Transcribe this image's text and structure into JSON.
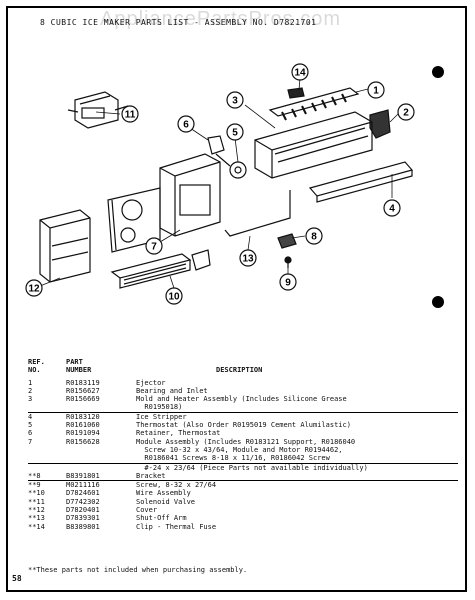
{
  "header": {
    "watermark": "AppliancePartsPros.com",
    "title": "8 CUBIC ICE MAKER PARTS LIST - ASSEMBLY NO. D7821701"
  },
  "callouts": [
    "1",
    "2",
    "3",
    "4",
    "5",
    "6",
    "7",
    "8",
    "9",
    "10",
    "11",
    "12",
    "13",
    "14"
  ],
  "table": {
    "head": {
      "ref_line1": "REF.",
      "ref_line2": "NO.",
      "part_line1": "PART",
      "part_line2": "NUMBER",
      "desc": "DESCRIPTION"
    },
    "rows": [
      {
        "ref": "1",
        "part": "R0183119",
        "desc": "Ejector"
      },
      {
        "ref": "2",
        "part": "R0156627",
        "desc": "Bearing and Inlet"
      },
      {
        "ref": "3",
        "part": "R0156669",
        "desc": "Mold and Heater Assembly (Includes Silicone Grease"
      },
      {
        "ref": "",
        "part": "",
        "desc": "  R0195018)"
      },
      {
        "ref": "4",
        "part": "R0183120",
        "desc": "Ice Stripper"
      },
      {
        "ref": "5",
        "part": "R0161060",
        "desc": "Thermostat (Also Order R0195019 Cement Alumilastic)"
      },
      {
        "ref": "6",
        "part": "R0191094",
        "desc": "Retainer, Thermostat"
      },
      {
        "ref": "7",
        "part": "R0156628",
        "desc": "Module Assembly (Includes R0183121 Support, R0186040"
      },
      {
        "ref": "",
        "part": "",
        "desc": "  Screw 10-32 x 43/64, Module and Motor R0194462,"
      },
      {
        "ref": "",
        "part": "",
        "desc": "  R0186041 Screws 8-18 x 11/16, R0186042 Screw"
      },
      {
        "ref": "",
        "part": "",
        "desc": "  #-24 x 23/64 (Piece Parts not available individually)"
      },
      {
        "ref": "**8",
        "part": "B8391801",
        "desc": "Bracket"
      },
      {
        "ref": "**9",
        "part": "M0211116",
        "desc": "Screw, 8-32 x 27/64"
      },
      {
        "ref": "**10",
        "part": "D7824601",
        "desc": "Wire Assembly"
      },
      {
        "ref": "**11",
        "part": "D7742302",
        "desc": "Solenoid Valve"
      },
      {
        "ref": "**12",
        "part": "D7820401",
        "desc": "Cover"
      },
      {
        "ref": "**13",
        "part": "D7839301",
        "desc": "Shut-Off Arm"
      },
      {
        "ref": "**14",
        "part": "B8389801",
        "desc": "Clip - Thermal Fuse"
      }
    ]
  },
  "footnote": "**These parts not included when purchasing assembly.",
  "page_number": "58"
}
